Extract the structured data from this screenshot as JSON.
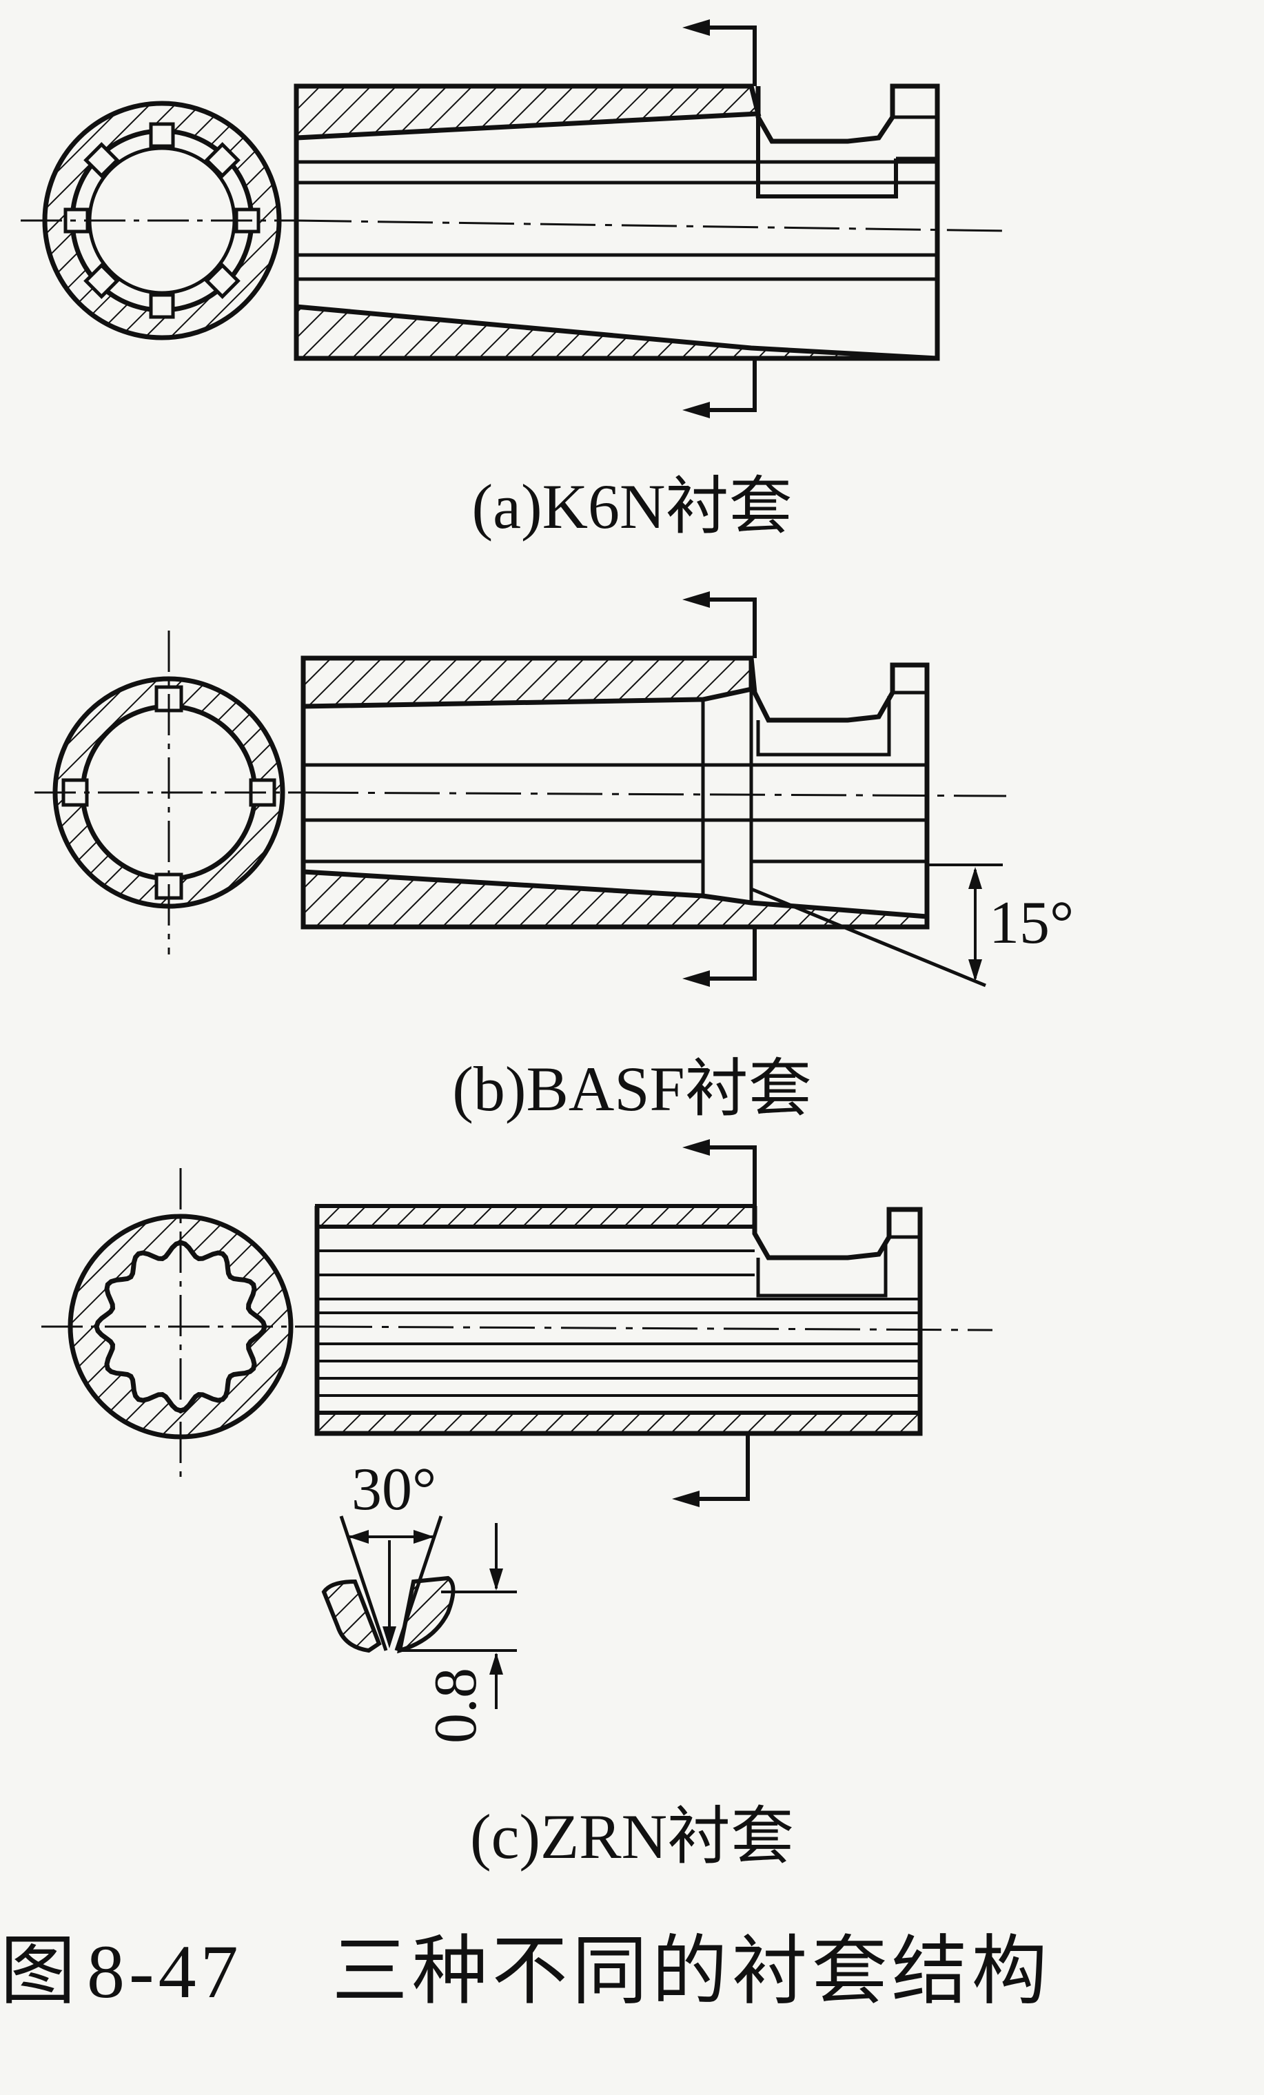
{
  "captions": {
    "a": "(a)K6N衬套",
    "b": "(b)BASF衬套",
    "c": "(c)ZRN衬套"
  },
  "annotations": {
    "angle_b": "15°",
    "angle_c": "30°",
    "depth_c": "0.8"
  },
  "figure_title": {
    "label": "图",
    "number": "8-47",
    "text": "三种不同的衬套结构"
  }
}
